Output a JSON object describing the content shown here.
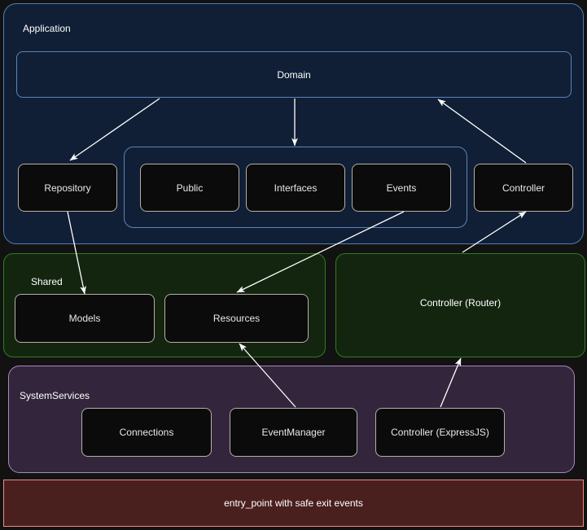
{
  "diagram": {
    "title_text": "entry_point with safe exit events",
    "colors": {
      "background": "#121212",
      "application_fill": "#101f35",
      "application_border": "#4f7cb3",
      "shared_fill": "#13250f",
      "shared_border": "#2f7d1f",
      "systemservices_fill": "#33263c",
      "systemservices_border": "#a98ab5",
      "entry_fill": "#4a201e",
      "entry_border": "#e98f85",
      "node_fill": "#0b0b0b",
      "node_border": "#b6b0a6",
      "arrow_color": "#ffffff",
      "text_color": "#ffffff"
    },
    "packages": {
      "application": {
        "label": "Application",
        "domain_label": "Domain",
        "nodes": [
          {
            "id": "repository",
            "label": "Repository"
          },
          {
            "id": "public",
            "label": "Public"
          },
          {
            "id": "interfaces",
            "label": "Interfaces"
          },
          {
            "id": "events",
            "label": "Events"
          },
          {
            "id": "controller",
            "label": "Controller"
          }
        ]
      },
      "shared": {
        "label": "Shared",
        "nodes": [
          {
            "id": "models",
            "label": "Models"
          },
          {
            "id": "resources",
            "label": "Resources"
          }
        ]
      },
      "router": {
        "label": "Controller (Router)"
      },
      "systemservices": {
        "label": "SystemServices",
        "nodes": [
          {
            "id": "connections",
            "label": "Connections"
          },
          {
            "id": "eventmanager",
            "label": "EventManager"
          },
          {
            "id": "expressjs",
            "label": "Controller (ExpressJS)"
          }
        ]
      },
      "entry_point": {
        "label": "entry_point with safe exit events"
      }
    },
    "edges": [
      {
        "from": "Domain",
        "to": "Repository"
      },
      {
        "from": "Domain",
        "to": "Interfaces"
      },
      {
        "from": "Controller",
        "to": "Domain"
      },
      {
        "from": "Repository",
        "to": "Models"
      },
      {
        "from": "Events",
        "to": "Resources"
      },
      {
        "from": "Controller (Router)",
        "to": "Controller"
      },
      {
        "from": "EventManager",
        "to": "Resources"
      },
      {
        "from": "Controller (ExpressJS)",
        "to": "Controller (Router)"
      }
    ]
  }
}
